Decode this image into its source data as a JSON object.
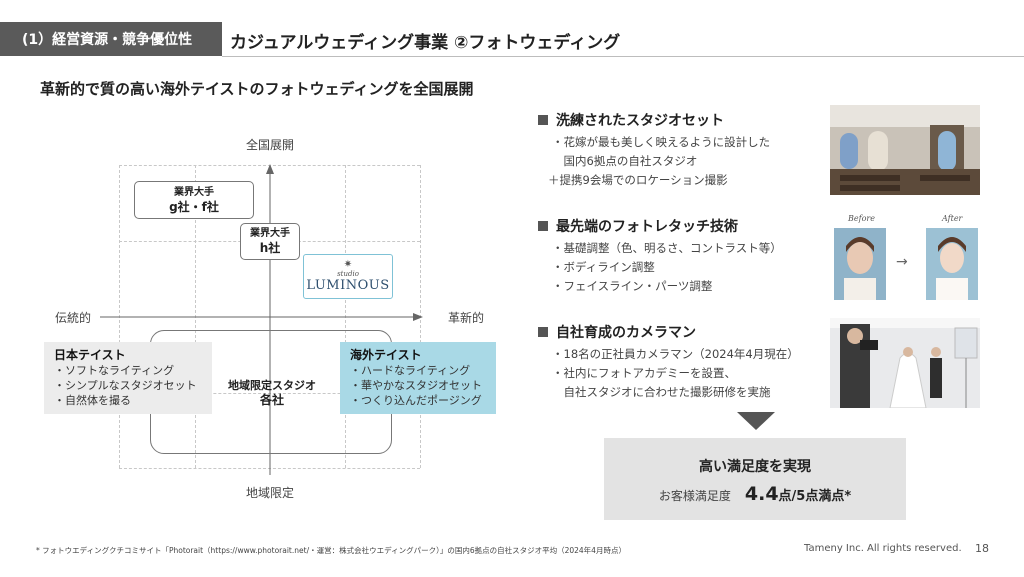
{
  "header": {
    "section_tag": "(1）経営資源・競争優位性",
    "title": "カジュアルウェディング事業 ②フォトウェディング",
    "subtitle": "革新的で質の高い海外テイストのフォトウェディングを全国展開"
  },
  "map": {
    "top_label": "全国展開",
    "bottom_label": "地域限定",
    "left_label": "伝統的",
    "right_label": "革新的",
    "box_g": {
      "line1": "業界大手",
      "line2": "g社・f社"
    },
    "box_h": {
      "line1": "業界大手",
      "line2": "h社"
    },
    "luminous": {
      "small": "studio",
      "name": "LUMINOUS"
    },
    "center_box": {
      "line1": "地域限定スタジオ",
      "line2": "各社"
    },
    "japan_panel": {
      "head": "日本テイスト",
      "items": [
        "・ソフトなライティング",
        "・シンプルなスタジオセット",
        "・自然体を撮る"
      ]
    },
    "overseas_panel": {
      "head": "海外テイスト",
      "items": [
        "・ハードなライティング",
        "・華やかなスタジオセット",
        "・つくり込んだポージング"
      ]
    }
  },
  "features": [
    {
      "head": "洗練されたスタジオセット",
      "lines": [
        "・花嫁が最も美しく映えるように設計した",
        "　国内6拠点の自社スタジオ",
        "＋提携9会場でのロケーション撮影"
      ]
    },
    {
      "head": "最先端のフォトレタッチ技術",
      "lines": [
        "・基礎調整（色、明るさ、コントラスト等）",
        "・ボディライン調整",
        "・フェイスライン・パーツ調整"
      ]
    },
    {
      "head": "自社育成のカメラマン",
      "lines": [
        "・18名の正社員カメラマン（2024年4月現在）",
        "・社内にフォトアカデミーを設置、",
        "　自社スタジオに合わせた撮影研修を実施"
      ]
    }
  ],
  "retouch": {
    "before": "Before",
    "after": "After",
    "arrow": "→"
  },
  "summary": {
    "title": "高い満足度を実現",
    "label": "お客様満足度",
    "score": "4.4",
    "unit": "点/5点満点*"
  },
  "footer": {
    "note": "* フォトウエディングクチコミサイト「Photorait（https://www.photorait.net/・運営：株式会社ウエディングパーク）」の国内6拠点の自社スタジオ平均（2024年4月時点）",
    "copyright": "Tameny Inc. All rights reserved.",
    "page": "18"
  },
  "colors": {
    "tag_bg": "#5a5a5a",
    "japan_bg": "#ececec",
    "overseas_bg": "#a9d9e6",
    "luminous_border": "#7fc2d6",
    "summary_bg": "#e3e3e3"
  }
}
